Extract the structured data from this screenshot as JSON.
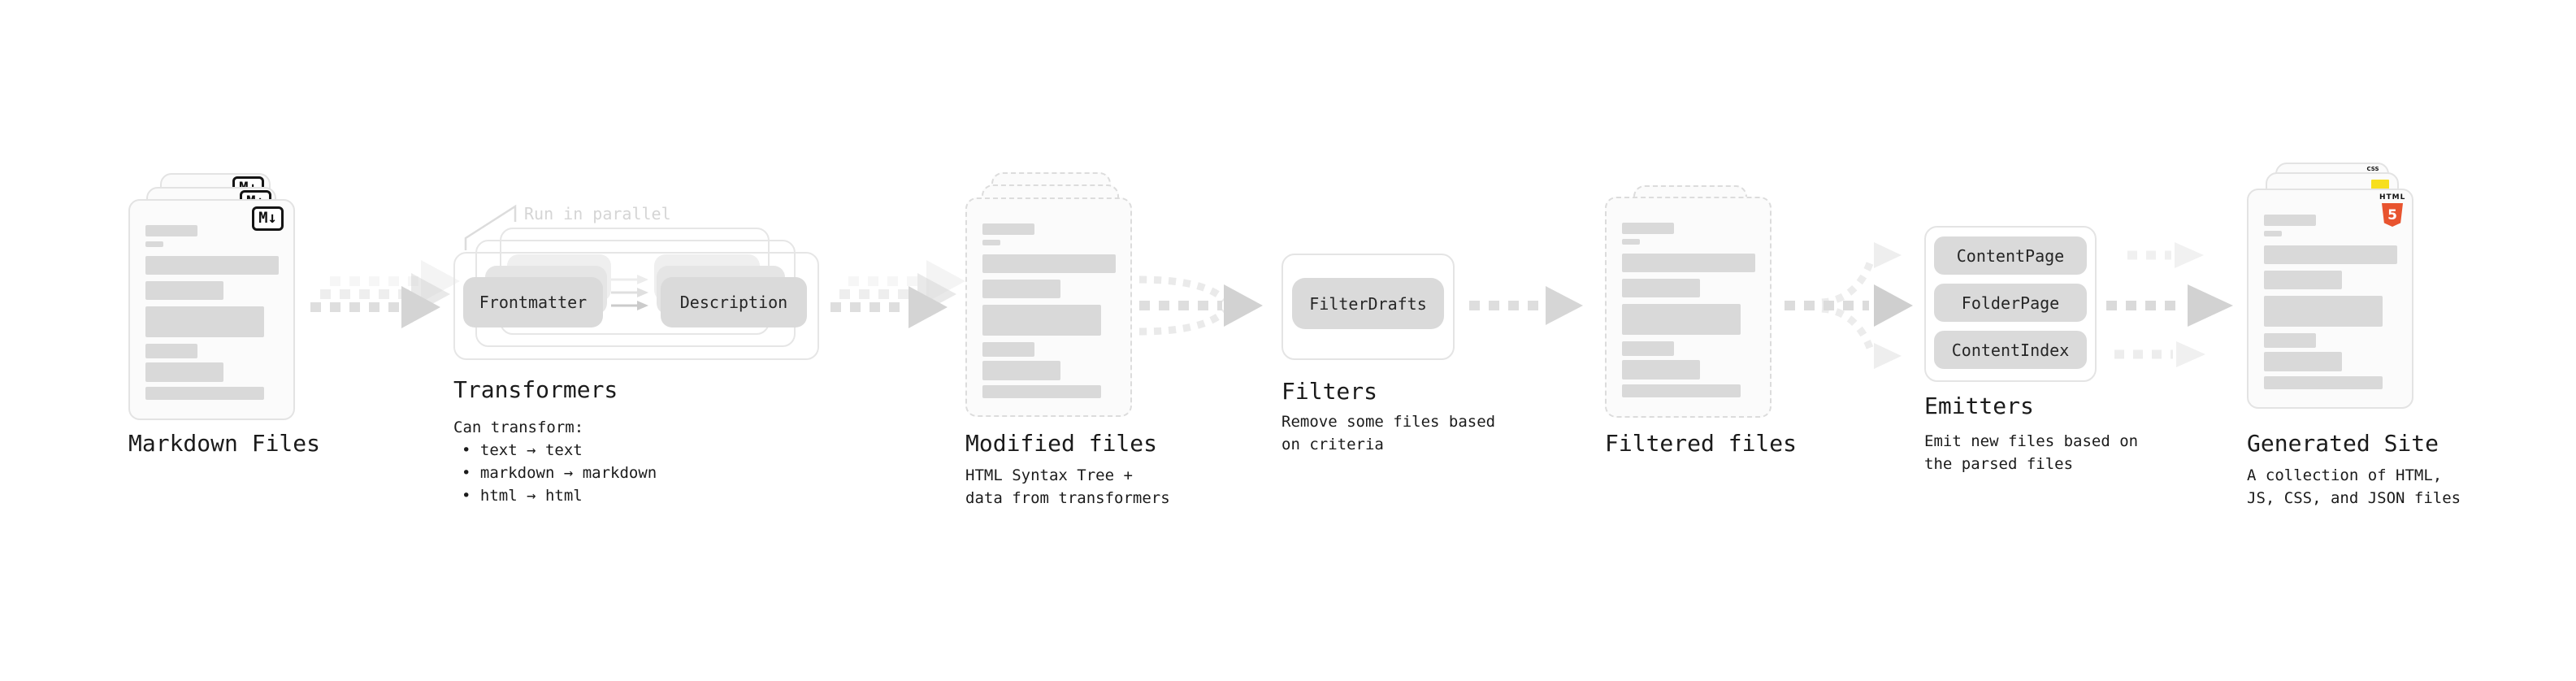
{
  "diagram": {
    "markdown_files": {
      "label": "Markdown Files",
      "badge": "M↓"
    },
    "transformers": {
      "title": "Transformers",
      "annotation": "Run in parallel",
      "input_box": "Frontmatter",
      "output_box": "Description",
      "description_heading": "Can transform:",
      "bullets": [
        "• text → text",
        "• markdown → markdown",
        "• html → html"
      ]
    },
    "modified_files": {
      "label": "Modified files",
      "subtitle": "HTML Syntax Tree +\ndata from transformers"
    },
    "filters": {
      "title": "Filters",
      "pill": "FilterDrafts",
      "subtitle": "Remove some files based\non criteria"
    },
    "filtered_files": {
      "label": "Filtered files"
    },
    "emitters": {
      "title": "Emitters",
      "pills": [
        "ContentPage",
        "FolderPage",
        "ContentIndex"
      ],
      "subtitle": "Emit new files based on\nthe parsed files"
    },
    "generated_site": {
      "label": "Generated Site",
      "subtitle": "A collection of HTML,\nJS, CSS, and JSON files",
      "html5_badge_word": "HTML",
      "html5_badge_number": "5",
      "css_badge_word": "CSS"
    },
    "colors": {
      "html5_orange": "#e8542f",
      "js_yellow": "#f7df1e",
      "css_blue": "#2965f1",
      "card_border": "#e3e3e3",
      "skeleton_bar": "#d9d9d9",
      "pill_gray": "#dadada",
      "arrow_gray": "#d4d4d4",
      "text_dark": "#1b1b1b",
      "annotation_gray": "#d5d5d5"
    }
  }
}
